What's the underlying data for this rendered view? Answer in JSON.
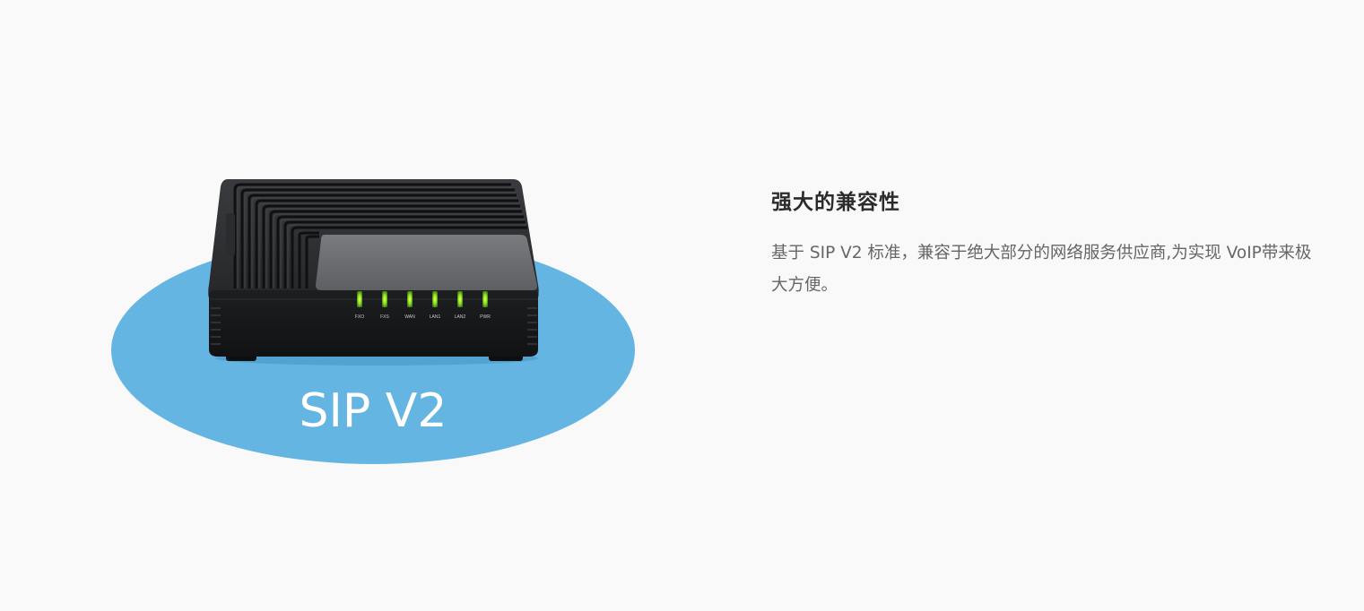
{
  "feature": {
    "title": "强大的兼容性",
    "description": "基于 SIP V2 标准，兼容于绝大部分的网络服务供应商,为实现 VoIP带来极大方便。"
  },
  "illustration": {
    "badge_text": "SIP V2",
    "led_labels": [
      "FXO",
      "FXS",
      "WAN",
      "LAN1",
      "LAN2",
      "PWR"
    ],
    "colors": {
      "ellipse": "#64b5e2",
      "device_body": "#1e1f21",
      "led_on": "#8ee02a",
      "badge_text": "#ffffff"
    }
  }
}
